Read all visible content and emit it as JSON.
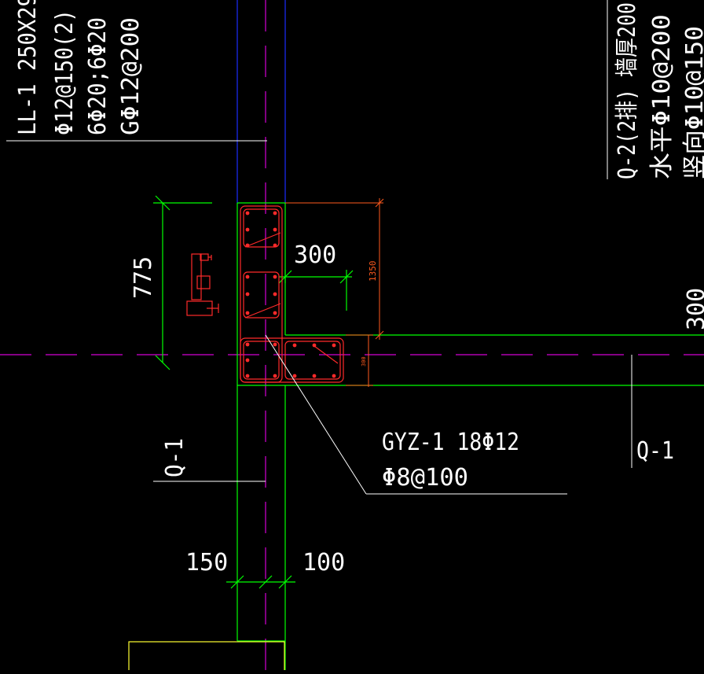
{
  "colors": {
    "background": "#000000",
    "wall_green": "#00ff00",
    "rebar_red": "#ff2a2a",
    "dim_orange": "#ff5a1e",
    "axis_magenta": "#d400d4",
    "blue_line": "#1a2cff",
    "text_white": "#ffffff",
    "yellow": "#ffff33"
  },
  "annotations": {
    "ll1_line1": "LL-1 250X29",
    "ll1_line2": "Φ12@150(2)",
    "ll1_line3": "6Φ20;6Φ20",
    "ll1_line4": "GΦ12@200",
    "q2_line1": "Q-2(2排) 墙厚200",
    "q2_line2": "水平Φ10@200",
    "q2_line3": "竖向Φ10@150",
    "right_dim": "300",
    "gyz_line1": "GYZ-1 18Φ12",
    "gyz_line2": "Φ8@100",
    "q1_left": "Q-1",
    "q1_right": "Q-1"
  },
  "dimensions": {
    "d775": "775",
    "d300": "300",
    "d1350": "1350",
    "d300_small": "300",
    "d150": "150",
    "d100": "100"
  },
  "icons": [
    "section-symbol-icon",
    "tick-mark-icon"
  ]
}
